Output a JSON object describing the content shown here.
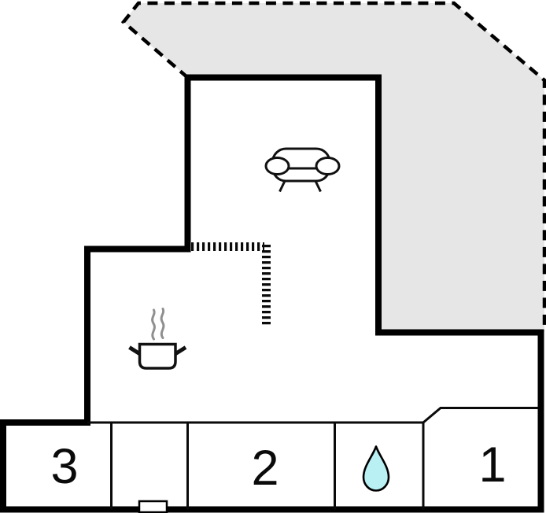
{
  "floorplan": {
    "kind": "holiday-home floor plan",
    "rooms": [
      {
        "id": "bedroom-3",
        "label": "3"
      },
      {
        "id": "entrance-hall",
        "label": ""
      },
      {
        "id": "bedroom-2",
        "label": "2"
      },
      {
        "id": "bathroom",
        "label": "",
        "icon": "water-drop-icon"
      },
      {
        "id": "bedroom-1",
        "label": "1"
      }
    ],
    "living_room": {
      "icon": "sofa-icon"
    },
    "kitchen": {
      "icon": "cooking-pot-icon",
      "partition_style": "dotted"
    },
    "terrace": {
      "border_style": "dashed"
    },
    "colors": {
      "background": "#ffffff",
      "walls": "#000000",
      "terrace_fill": "#e6e6e6",
      "water_drop_fill": "#b9f0f3",
      "steam": "#8f8f8f"
    }
  }
}
